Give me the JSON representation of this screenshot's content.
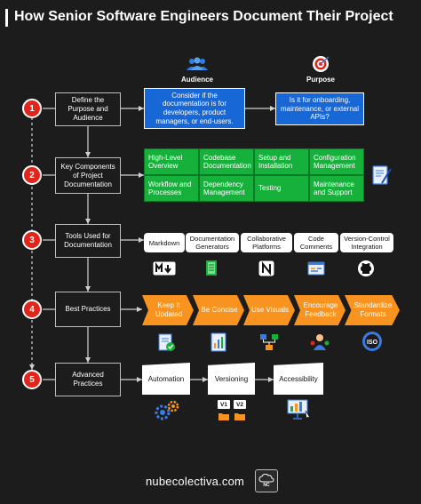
{
  "title": "How Senior Software Engineers Document Their Project",
  "headers": {
    "audience": "Audience",
    "purpose": "Purpose"
  },
  "steps": [
    {
      "num": "1",
      "label": "Define the Purpose and Audience"
    },
    {
      "num": "2",
      "label": "Key Components of Project Documentation"
    },
    {
      "num": "3",
      "label": "Tools Used for Documentation"
    },
    {
      "num": "4",
      "label": "Best Practices"
    },
    {
      "num": "5",
      "label": "Advanced Practices"
    }
  ],
  "audience_text": "Consider if the documentation is for developers, product managers, or end-users.",
  "purpose_text": "Is it for onboarding, maintenance, or external APIs?",
  "components": [
    "High-Level Overview",
    "Codebase Documentation",
    "Setup and Installation",
    "Configuration Management",
    "Workflow and Processes",
    "Dependency Management",
    "Testing",
    "Maintenance and Support"
  ],
  "tools": [
    "Markdown",
    "Documentation Generators",
    "Collaborative Platforms",
    "Code Comments",
    "Version-Control Integration"
  ],
  "practices": [
    "Keep It Updated",
    "Be Concise",
    "Use Visuals",
    "Encourage Feedback",
    "Standardize Formats"
  ],
  "advanced": [
    "Automation",
    "Versioning",
    "Accessibility"
  ],
  "version_labels": [
    "V1",
    "V2"
  ],
  "iso_label": "ISO",
  "logo_label": "NC",
  "footer": "nubecolectiva.com",
  "colors": {
    "badge": "#e1251b",
    "blue": "#1767d6",
    "green": "#16b13b",
    "orange": "#f7931e",
    "bg": "#1c1c1c"
  }
}
